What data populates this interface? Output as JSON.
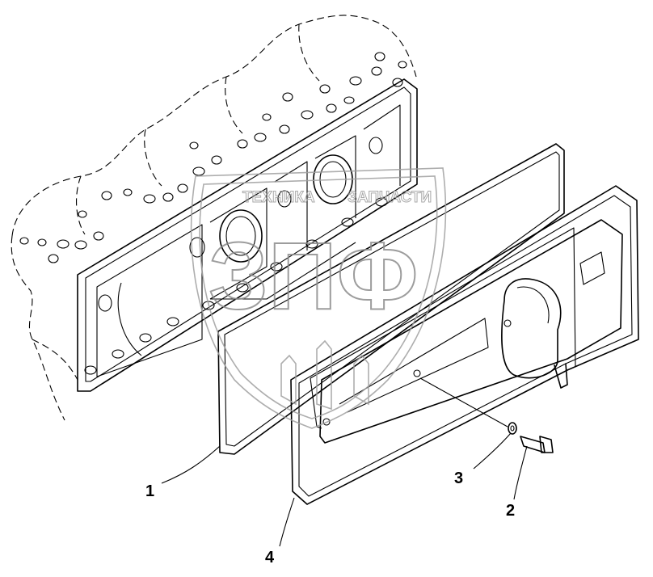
{
  "watermark": {
    "text_left": "ТЕХНИКА",
    "text_right": "ЗАПЧАСТИ",
    "logo_letters": "ЗПФ"
  },
  "callouts": [
    {
      "id": "1",
      "label": "1"
    },
    {
      "id": "2",
      "label": "2"
    },
    {
      "id": "3",
      "label": "3"
    },
    {
      "id": "4",
      "label": "4"
    }
  ]
}
